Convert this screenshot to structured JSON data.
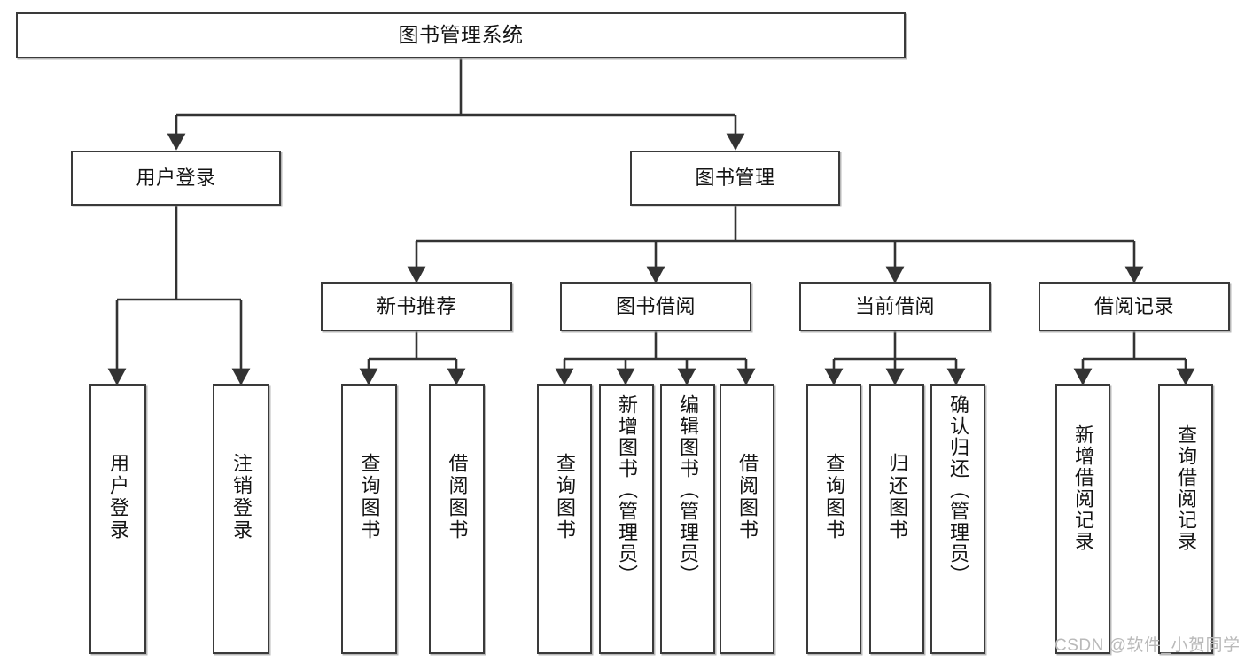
{
  "diagram": {
    "title": "图书管理系统",
    "type": "tree-hierarchy",
    "root": {
      "id": "root",
      "label": "图书管理系统"
    },
    "level2": [
      {
        "id": "user-login",
        "label": "用户登录"
      },
      {
        "id": "book-manage",
        "label": "图书管理"
      }
    ],
    "level3": [
      {
        "id": "new-book-rec",
        "label": "新书推荐",
        "parent": "book-manage"
      },
      {
        "id": "book-borrow",
        "label": "图书借阅",
        "parent": "book-manage"
      },
      {
        "id": "current-borrow",
        "label": "当前借阅",
        "parent": "book-manage"
      },
      {
        "id": "borrow-record",
        "label": "借阅记录",
        "parent": "book-manage"
      }
    ],
    "leaves": [
      {
        "id": "leaf-user-login",
        "label": "用户登录",
        "parent": "user-login"
      },
      {
        "id": "leaf-user-logout",
        "label": "注销登录",
        "parent": "user-login"
      },
      {
        "id": "leaf-rec-query-book",
        "label": "查询图书",
        "parent": "new-book-rec"
      },
      {
        "id": "leaf-rec-borrow-book",
        "label": "借阅图书",
        "parent": "new-book-rec"
      },
      {
        "id": "leaf-bb-query-book",
        "label": "查询图书",
        "parent": "book-borrow"
      },
      {
        "id": "leaf-bb-add-book",
        "label": "新增图书（管理员）",
        "parent": "book-borrow"
      },
      {
        "id": "leaf-bb-edit-book",
        "label": "编辑图书（管理员）",
        "parent": "book-borrow"
      },
      {
        "id": "leaf-bb-borrow-book",
        "label": "借阅图书",
        "parent": "book-borrow"
      },
      {
        "id": "leaf-cb-query-book",
        "label": "查询图书",
        "parent": "current-borrow"
      },
      {
        "id": "leaf-cb-return-book",
        "label": "归还图书",
        "parent": "current-borrow"
      },
      {
        "id": "leaf-cb-confirm-return",
        "label": "确认归还（管理员）",
        "parent": "current-borrow"
      },
      {
        "id": "leaf-br-add-record",
        "label": "新增借阅记录",
        "parent": "borrow-record"
      },
      {
        "id": "leaf-br-query-record",
        "label": "查询借阅记录",
        "parent": "borrow-record"
      }
    ]
  },
  "watermark": {
    "text": "CSDN @软件_小贺同学"
  },
  "colors": {
    "border": "#3a3a3a",
    "background": "#ffffff",
    "text": "#141414",
    "watermark": "#b9b9b9"
  }
}
